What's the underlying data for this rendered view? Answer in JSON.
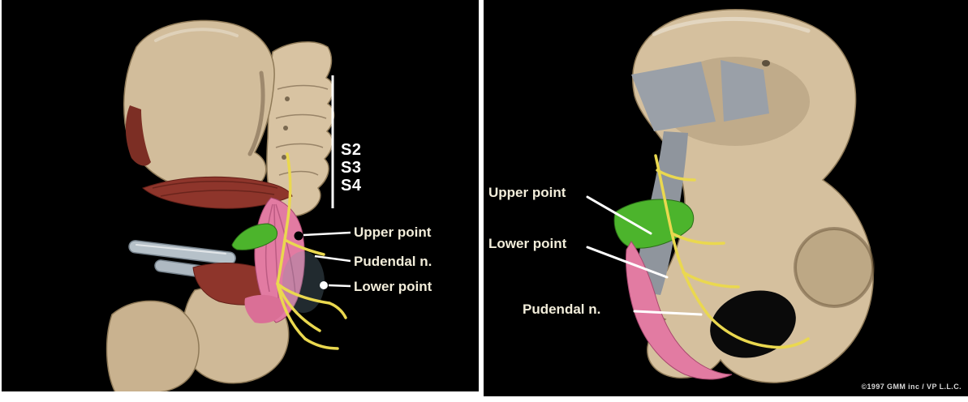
{
  "page": {
    "copyright": "©1997 GMM inc / VP L.L.C."
  },
  "left_panel": {
    "spine_labels": {
      "s2": "S2",
      "s3": "S3",
      "s4": "S4"
    },
    "upper_point_label": "Upper point",
    "pudendal_label": "Pudendal n.",
    "lower_point_label": "Lower point"
  },
  "right_panel": {
    "upper_point_label": "Upper point",
    "lower_point_label": "Lower point",
    "pudendal_label": "Pudendal n."
  },
  "colors": {
    "panel_background": "#000000",
    "bone_tan": "#d5c09e",
    "bone_tan_dark": "#c9b28f",
    "muscle_dark_red": "#8e352b",
    "muscle_pink": "#e27ba2",
    "ligament_green": "#4cb42c",
    "nerve_yellow": "#ead84f",
    "gray_overlay": "#9aa0a8",
    "instrument_gray_blue": "#b6c1c9",
    "label_text": "#f2edda",
    "marker_black": "#000000",
    "marker_white": "#ffffff"
  }
}
